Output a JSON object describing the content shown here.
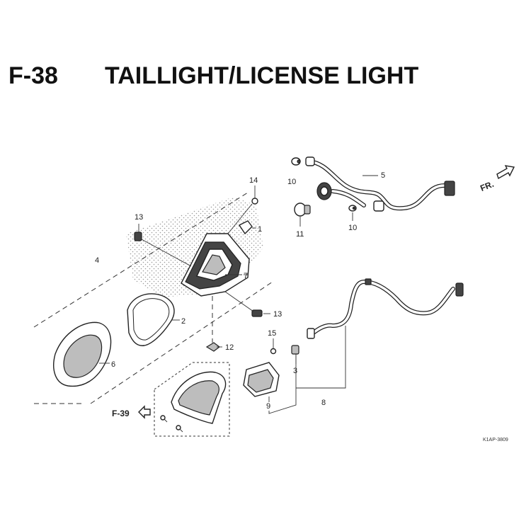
{
  "header": {
    "code": "F-38",
    "title": "TAILLIGHT/LICENSE LIGHT"
  },
  "direction_label": "FR.",
  "reference_label": "F-39",
  "figure_code": "K1AP-3809",
  "callouts": {
    "c1": "1",
    "c2": "2",
    "c3": "3",
    "c4": "4",
    "c5": "5",
    "c6": "6",
    "c7": "7",
    "c8": "8",
    "c9": "9",
    "c10a": "10",
    "c10b": "10",
    "c11": "11",
    "c12": "12",
    "c13a": "13",
    "c13b": "13",
    "c14": "14",
    "c15": "15"
  }
}
